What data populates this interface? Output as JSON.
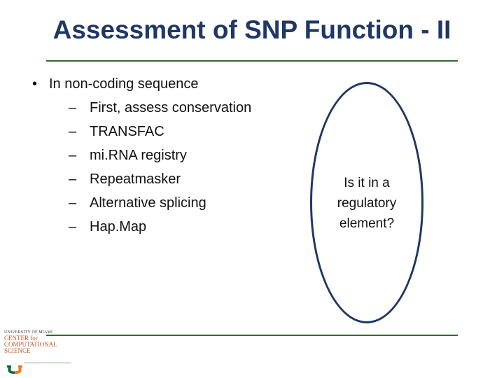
{
  "slide": {
    "title": "Assessment of SNP Function - II",
    "bullet": {
      "marker": "•",
      "text": "In non-coding sequence",
      "subitems": [
        {
          "marker": "–",
          "text": "First, assess conservation"
        },
        {
          "marker": "–",
          "text": "TRANSFAC"
        },
        {
          "marker": "–",
          "text": "mi.RNA registry"
        },
        {
          "marker": "–",
          "text": "Repeatmasker"
        },
        {
          "marker": "–",
          "text": "Alternative splicing"
        },
        {
          "marker": "–",
          "text": "Hap.Map"
        }
      ]
    },
    "callout": {
      "lines": [
        "Is it in a",
        "regulatory",
        "element?"
      ]
    }
  },
  "logo": {
    "university": "UNIVERSITY OF MIAMI",
    "center_lines": [
      "CENTER for",
      "COMPUTATIONAL",
      "SCIENCE"
    ],
    "mark_icon": "u-logo-icon"
  },
  "colors": {
    "title": "#1f3864",
    "rule": "#2f6b2f",
    "ellipse_border": "#1f3864",
    "logo_orange": "#c8562a",
    "logo_green": "#0a6b3a"
  }
}
